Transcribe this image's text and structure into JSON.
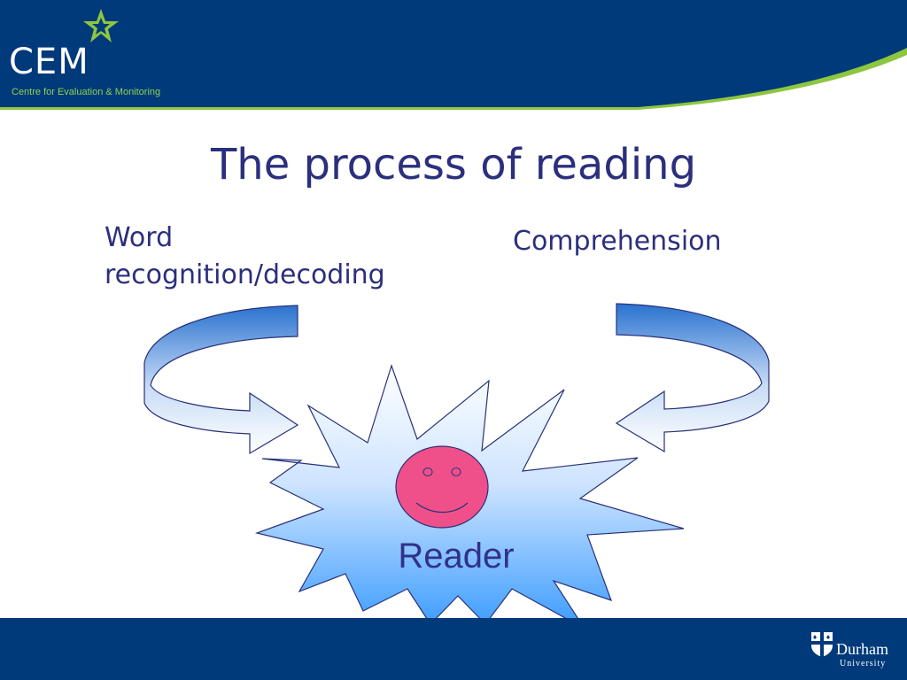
{
  "header": {
    "logo": "CEM",
    "logo_subtitle": "Centre for Evaluation & Monitoring"
  },
  "slide": {
    "title": "The process of reading"
  },
  "diagram": {
    "left_label": "Word\nrecognition/decoding",
    "right_label": "Comprehension",
    "center_label": "Reader"
  },
  "footer": {
    "university_name": "Durham",
    "university_sub": "University"
  },
  "colors": {
    "header_blue": "#003a7a",
    "accent_green": "#8dc63f",
    "title_text": "#2b2f7c",
    "face_pink": "#f0508a",
    "burst_blue": "#4aa3ff"
  },
  "icons": {
    "logo_star": "star-icon",
    "face": "smiley-face-icon",
    "crest": "durham-crest-icon"
  }
}
